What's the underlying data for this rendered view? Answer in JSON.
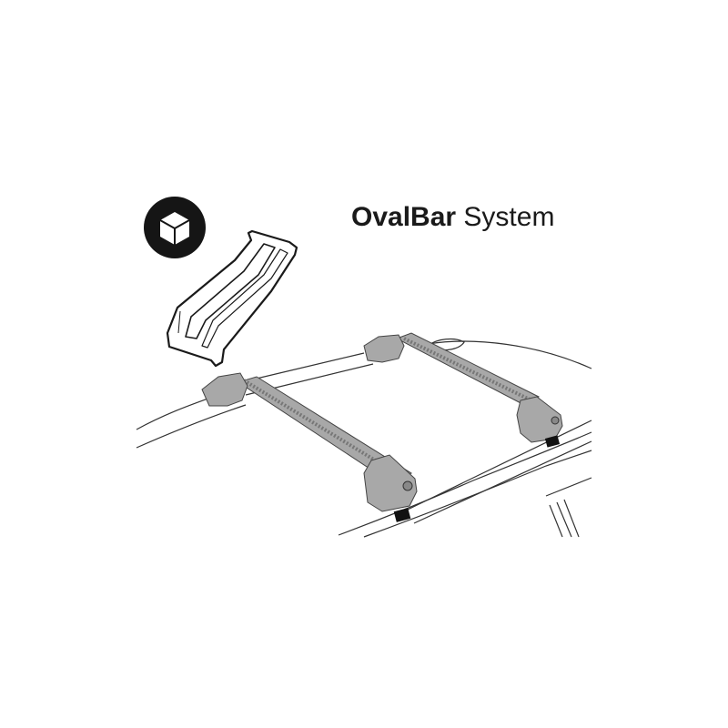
{
  "title": {
    "brand": "OvalBar",
    "suffix": "System"
  },
  "badge": {
    "icon": "cube-icon",
    "color": "#151515"
  },
  "illustration": {
    "subject": "roof-rack-crossbars",
    "bar_color": "#a8a8a8",
    "line_color": "#2a2a2a"
  }
}
